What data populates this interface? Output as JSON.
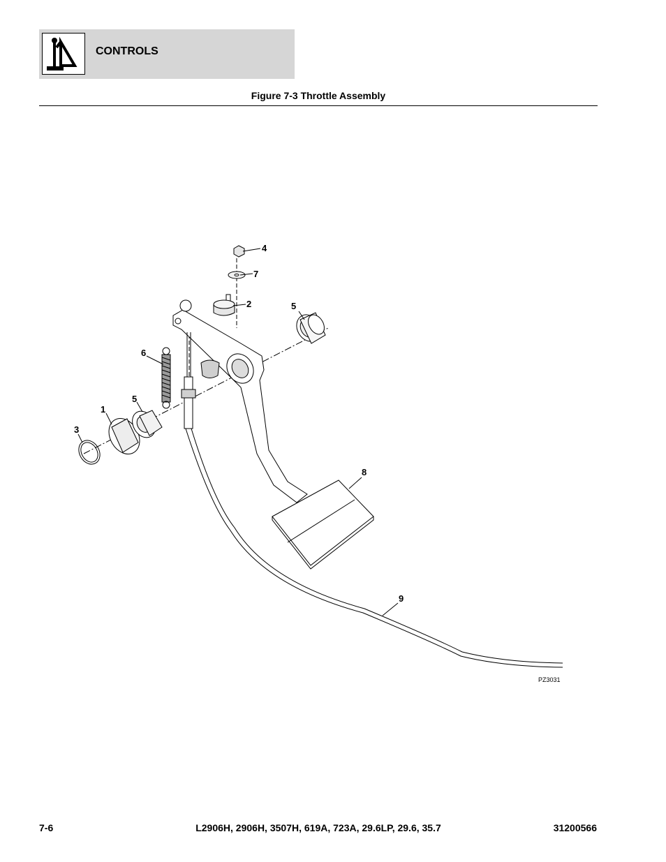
{
  "header": {
    "section_title": "CONTROLS",
    "icon": "joystick-control-icon"
  },
  "figure": {
    "title": "Figure 7-3 Throttle Assembly",
    "code": "PZ3031",
    "callouts": [
      "4",
      "7",
      "2",
      "5",
      "6",
      "1",
      "5",
      "3",
      "8",
      "9"
    ]
  },
  "footer": {
    "page_number": "7-6",
    "models": "L2906H, 2906H, 3507H, 619A, 723A, 29.6LP, 29.6, 35.7",
    "document_number": "31200566"
  }
}
